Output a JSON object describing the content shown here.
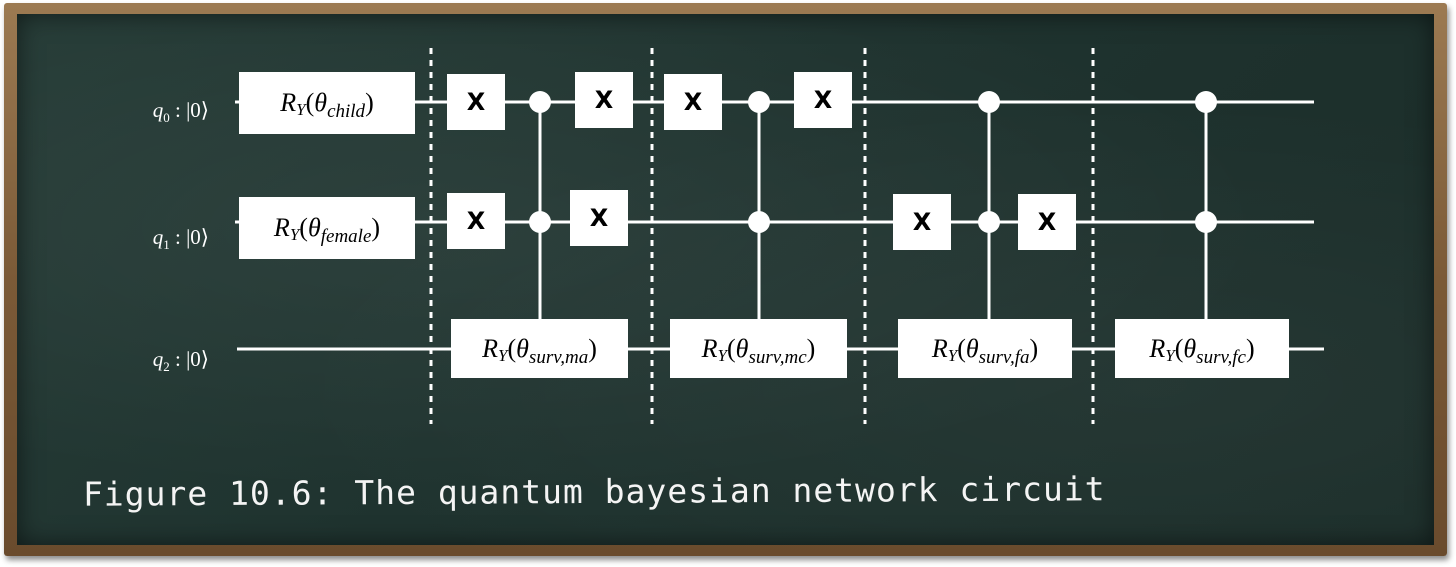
{
  "qubits": [
    {
      "name": "q",
      "index": "0",
      "state": "|0⟩"
    },
    {
      "name": "q",
      "index": "1",
      "state": "|0⟩"
    },
    {
      "name": "q",
      "index": "2",
      "state": "|0⟩"
    }
  ],
  "gates": {
    "ry_symbol": "R",
    "ry_sub": "Y",
    "theta": "θ",
    "init_child": "child",
    "init_female": "female",
    "surv_ma": "surv,ma",
    "surv_mc": "surv,mc",
    "surv_fa": "surv,fa",
    "surv_fc": "surv,fc",
    "x_label": "X"
  },
  "caption": "Figure 10.6: The quantum bayesian network circuit",
  "colors": {
    "board": "#1f332f",
    "frame": "#7b5a37",
    "wire": "#ffffff",
    "gate_fill": "#ffffff"
  }
}
